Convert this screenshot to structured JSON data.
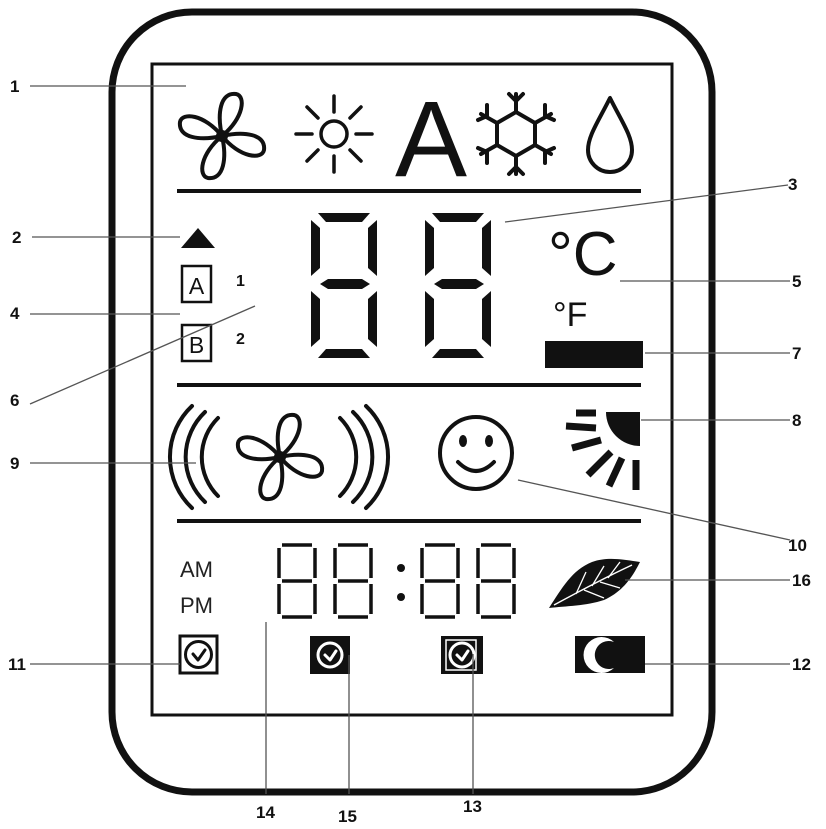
{
  "display": {
    "mode_auto_letter": "A",
    "zone_a_letter": "A",
    "zone_b_letter": "B",
    "zone_index_1": "1",
    "zone_index_2": "2",
    "unit_celsius": "°C",
    "unit_fahrenheit": "°F",
    "clock_am": "AM",
    "clock_pm": "PM"
  },
  "callouts": {
    "c1": "1",
    "c2": "2",
    "c3": "3",
    "c4": "4",
    "c5": "5",
    "c6": "6",
    "c7": "7",
    "c8": "8",
    "c9": "9",
    "c10": "10",
    "c11": "11",
    "c12": "12",
    "c13": "13",
    "c14": "14",
    "c15": "15",
    "c16": "16"
  },
  "icons": [
    "fan-icon",
    "sun-icon",
    "snowflake-icon",
    "droplet-icon",
    "triangle-up-icon",
    "fan-speed-icon",
    "smiley-icon",
    "sun-rays-icon",
    "leaf-icon",
    "timer-on-icon",
    "timer-off-icon",
    "timer-icon",
    "moon-icon"
  ]
}
